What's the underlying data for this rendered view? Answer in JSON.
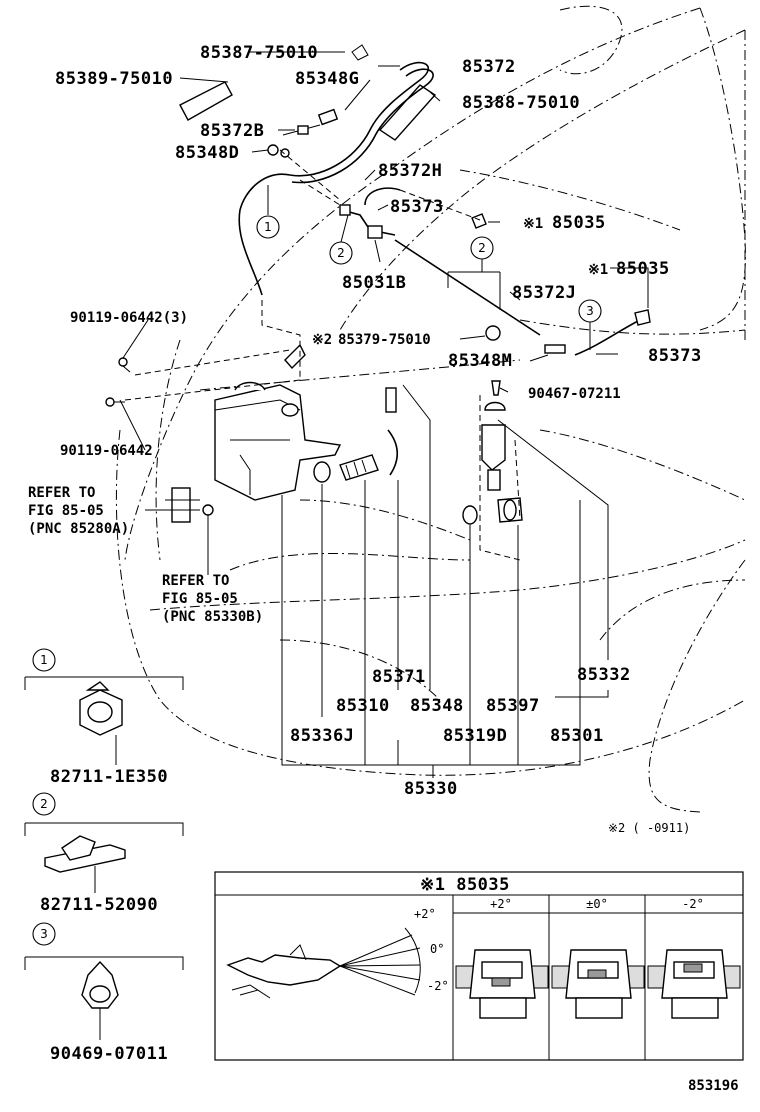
{
  "parts": {
    "p85387": "85387-75010",
    "p85389": "85389-75010",
    "p85348G": "85348G",
    "p85372": "85372",
    "p85388": "85388-75010",
    "p85372B": "85372B",
    "p85348D": "85348D",
    "p85372H": "85372H",
    "p85373a": "85373",
    "p85035a": "85035",
    "p85031B": "85031B",
    "p85035b": "85035",
    "p85372J": "85372J",
    "p90119_3": "90119-06442(3)",
    "p85379": "85379-75010",
    "p85348M": "85348M",
    "p85373b": "85373",
    "p90467": "90467-07211",
    "p90119": "90119-06442",
    "p85371": "85371",
    "p85332": "85332",
    "p85310": "85310",
    "p85348": "85348",
    "p85397": "85397",
    "p85336J": "85336J",
    "p85319D": "85319D",
    "p85301": "85301",
    "p85330": "85330"
  },
  "marks": {
    "star1": "※1",
    "star2": "※2"
  },
  "refs": {
    "ref1_line1": "REFER TO",
    "ref1_line2": "FIG 85-05",
    "ref1_line3": "(PNC 85280A)",
    "ref2_line1": "REFER TO",
    "ref2_line2": "FIG 85-05",
    "ref2_line3": "(PNC 85330B)"
  },
  "clips": [
    {
      "num": "1",
      "part": "82711-1E350"
    },
    {
      "num": "2",
      "part": "82711-52090"
    },
    {
      "num": "3",
      "part": "90469-07011"
    }
  ],
  "callouts": {
    "c1": "1",
    "c2a": "2",
    "c2b": "2",
    "c3": "3"
  },
  "note": "※2 (    -0911)",
  "inset": {
    "title": "※1 85035",
    "angle_plus": "+2°",
    "angle_zero": "0°",
    "angle_minus": "-2°",
    "col1": "+2°",
    "col2": "±0°",
    "col3": "-2°"
  },
  "figure_id": "853196"
}
